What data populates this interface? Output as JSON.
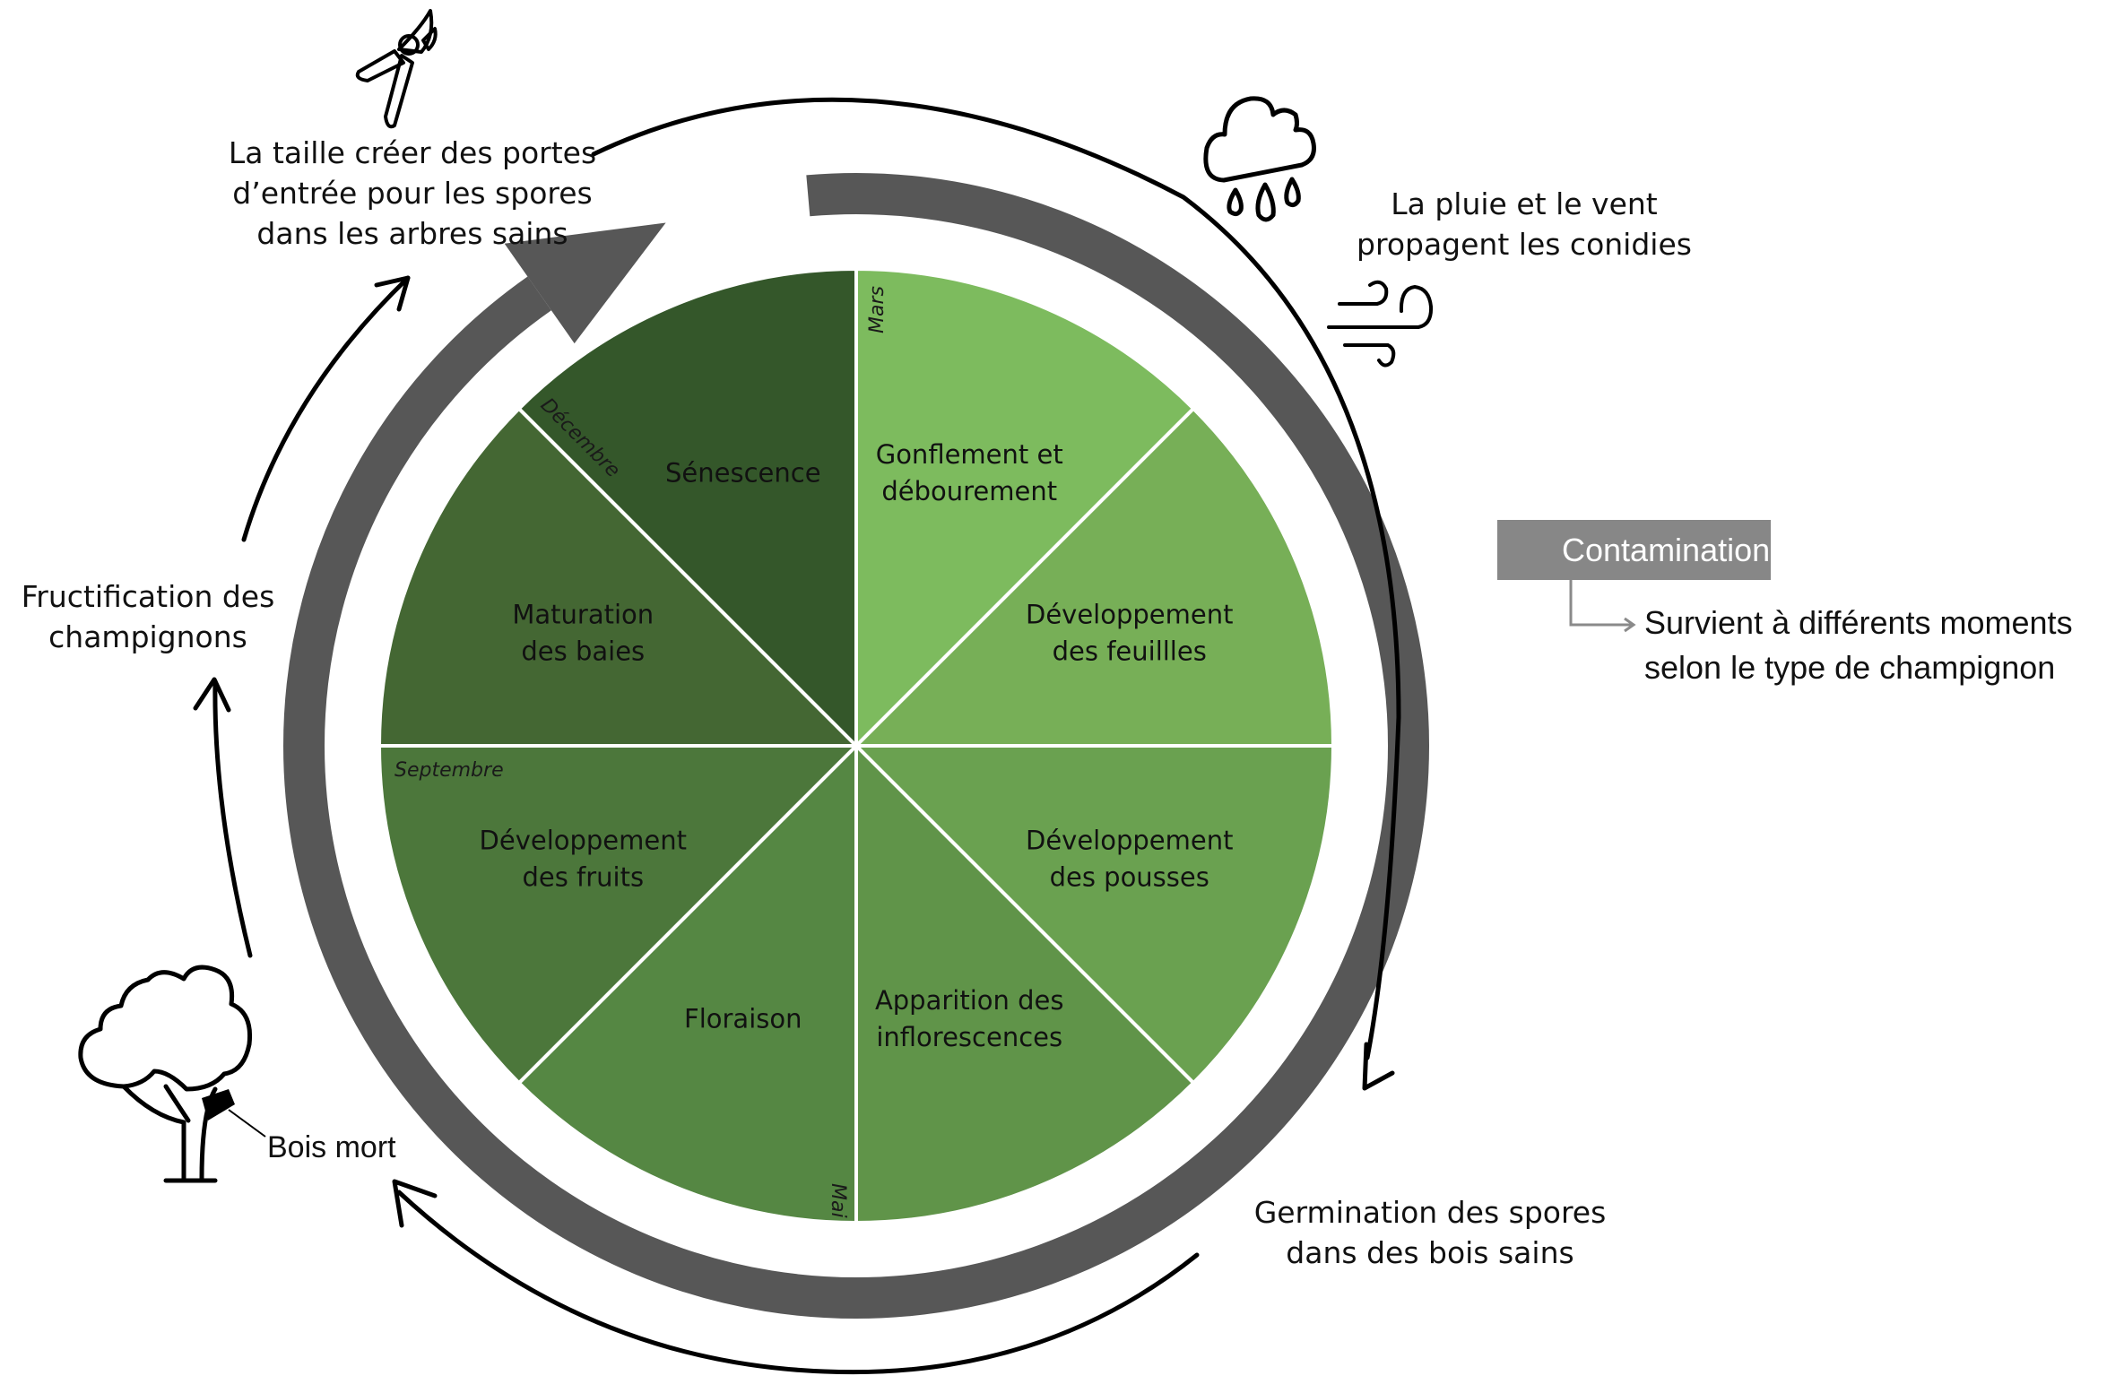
{
  "title": "Cycle des maladies du bois de la vigne",
  "wheel": {
    "segments": [
      {
        "label_lines": [
          "Gonflement et",
          "débourement"
        ],
        "color": "#7dbb5e"
      },
      {
        "label_lines": [
          "Développement",
          "des feuillles"
        ],
        "color": "#77af57"
      },
      {
        "label_lines": [
          "Développement",
          "des pousses"
        ],
        "color": "#6aa150"
      },
      {
        "label_lines": [
          "Apparition des",
          "inflorescences"
        ],
        "color": "#609449"
      },
      {
        "label_lines": [
          "Floraison"
        ],
        "color": "#558743"
      },
      {
        "label_lines": [
          "Développement",
          "des fruits"
        ],
        "color": "#4c773b"
      },
      {
        "label_lines": [
          "Maturation",
          "des baies"
        ],
        "color": "#446733"
      },
      {
        "label_lines": [
          "Sénescence"
        ],
        "color": "#34572a"
      }
    ],
    "months": {
      "mars": "Mars",
      "mai": "Mai",
      "septembre": "Septembre",
      "decembre": "Décembre"
    }
  },
  "ring": {
    "color": "#575757"
  },
  "annotations": {
    "taille": [
      "La taille créer des portes",
      "d’entrée pour les spores",
      "dans les arbres sains"
    ],
    "pluie": [
      "La pluie et le vent",
      "propagent les conidies"
    ],
    "germination": [
      "Germination des spores",
      "dans des bois sains"
    ],
    "fructification": [
      "Fructification des",
      "champignons"
    ],
    "bois_mort": "Bois mort"
  },
  "contamination": {
    "title": "Contamination",
    "note_lines": [
      "Survient à différents moments",
      "selon le type de champignon"
    ]
  },
  "icons": {
    "pruning_shears": "pruning-shears-icon",
    "rain_cloud": "rain-cloud-icon",
    "wind": "wind-icon",
    "tree": "tree-icon"
  }
}
